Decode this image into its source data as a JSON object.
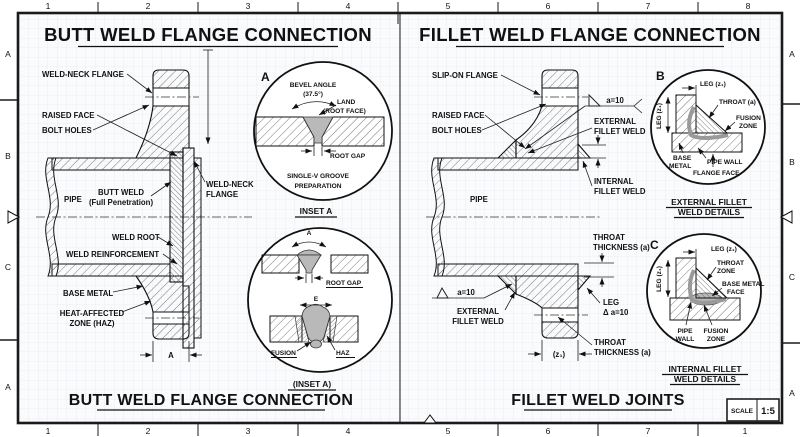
{
  "colors": {
    "paper": "#ffffff",
    "grid_area": "#fafbfc",
    "grid_line": "#dde3e9",
    "line": "#1a1a1a",
    "hatch": "#5a5a5a",
    "weld_gray": "#b9b9b9",
    "fusion_gray": "#9a9a9a"
  },
  "sheet": {
    "top_numbers": [
      "1",
      "2",
      "3",
      "4",
      "5",
      "6",
      "7",
      "8"
    ],
    "bottom_numbers": [
      "1",
      "2",
      "3",
      "4",
      "5",
      "6",
      "7",
      "1"
    ],
    "left_letters": [
      "A",
      "B",
      "C",
      "A"
    ],
    "right_letters": [
      "A",
      "B",
      "C",
      "A"
    ],
    "scale_label": "SCALE",
    "scale_value": "1:5"
  },
  "left_view": {
    "title": "BUTT WELD FLANGE CONNECTION",
    "caption": "BUTT WELD FLANGE CONNECTION",
    "labels": {
      "weld_neck_flange": "WELD-NECK FLANGE",
      "raised_face": "RAISED FACE",
      "bolt_holes": "BOLT HOLES",
      "pipe": "PIPE",
      "butt_weld_1": "BUTT WELD",
      "butt_weld_2": "(Full Penetration)",
      "weld_neck_r1": "WELD-NECK",
      "weld_neck_r2": "FLANGE",
      "weld_root": "WELD ROOT",
      "weld_reinforcement": "WELD REINFORCEMENT",
      "base_metal": "BASE METAL",
      "haz_1": "HEAT-AFFECTED",
      "haz_2": "ZONE (HAZ)",
      "dim_a": "A"
    },
    "inset_a": {
      "marker": "A",
      "bevel_1": "BEVEL ANGLE",
      "bevel_2": "(37.5°)",
      "land_1": "LAND",
      "land_2": "(ROOT FACE)",
      "root_gap": "ROOT GAP",
      "prep_1": "SINGLE-V GROOVE",
      "prep_2": "PREPARATION",
      "caption": "INSET A"
    },
    "inset_detail": {
      "dim_a": "A",
      "root_gap": "ROOT GAP",
      "dim_e": "E",
      "fusion": "FUSION",
      "haz": "HAZ",
      "caption": "(INSET A)"
    }
  },
  "right_view": {
    "title": "FILLET WELD FLANGE CONNECTION",
    "caption": "FILLET WELD JOINTS",
    "labels": {
      "slip_on_flange": "SLIP-ON FLANGE",
      "raised_face": "RAISED FACE",
      "bolt_holes": "BOLT HOLES",
      "pipe": "PIPE",
      "weld_symbol_top": "a=10",
      "ext_u1": "EXTERNAL",
      "ext_u2": "FILLET WELD",
      "int_1": "INTERNAL",
      "int_2": "FILLET WELD",
      "throat_u1": "THROAT",
      "throat_u2": "THICKNESS (a)",
      "leg_1": "LEG",
      "leg_2": "Δ a=10",
      "weld_symbol_bottom": "a=10",
      "ext_l1": "EXTERNAL",
      "ext_l2": "FILLET WELD",
      "throat_l1": "THROAT",
      "throat_l2": "THICKNESS (a)",
      "dim_z1": "(z₁)"
    },
    "detail_b": {
      "marker": "B",
      "leg_top": "LEG (z₁)",
      "throat": "THROAT (a)",
      "fusion_1": "FUSION",
      "fusion_2": "ZONE",
      "leg_left": "LEG (z₁)",
      "base_1": "BASE",
      "base_2": "METAL",
      "pipe_wall": "PIPE WALL",
      "flange_face": "FLANGE FACE",
      "cap_1": "EXTERNAL FILLET",
      "cap_2": "WELD DETAILS"
    },
    "detail_c": {
      "marker": "C",
      "leg_top": "LEG (z₁)",
      "throat_1": "THROAT",
      "throat_2": "ZONE",
      "base_1": "BASE METAL",
      "base_2": "FACE",
      "leg_left": "LEG (z₁)",
      "pipe_1": "PIPE",
      "pipe_2": "WALL",
      "fusion_1": "FUSION",
      "fusion_2": "ZONE",
      "cap_1": "INTERNAL FILLET",
      "cap_2": "WELD DETAILS"
    }
  }
}
